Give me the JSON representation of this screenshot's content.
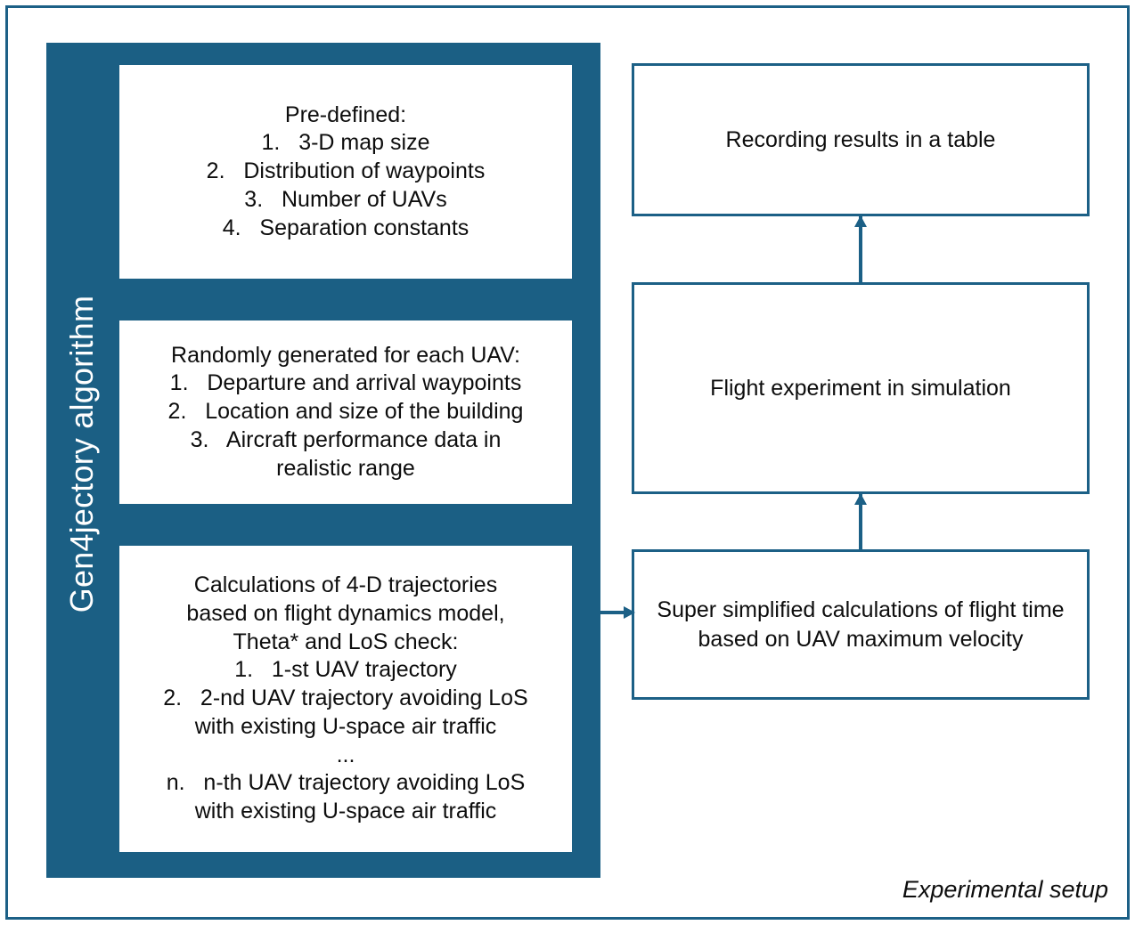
{
  "figure": {
    "caption": "Experimental setup",
    "accent_color": "#1c6086",
    "panel_color": "#1b5f84",
    "text_color": "#0d0d0d",
    "background_color": "#ffffff"
  },
  "algorithm_panel": {
    "vertical_label": "Gen4jectory algorithm",
    "boxes": [
      {
        "name": "pre-defined",
        "lines": [
          "Pre-defined:",
          "1.   3-D map size",
          "2.   Distribution of waypoints",
          "3.   Number of UAVs",
          "4.   Separation constants"
        ]
      },
      {
        "name": "randomly-generated",
        "lines": [
          "Randomly generated for each UAV:",
          "1.   Departure and arrival waypoints",
          "2.   Location and size of the building",
          "3.   Aircraft performance data in",
          "realistic range"
        ]
      },
      {
        "name": "calculations",
        "lines": [
          "Calculations of 4-D trajectories",
          "based on flight dynamics model,",
          "Theta* and LoS check:",
          "1.   1-st UAV trajectory",
          "2.   2-nd UAV trajectory avoiding LoS",
          "with existing U-space air traffic",
          "...",
          "n.   n-th UAV trajectory avoiding LoS",
          "with existing U-space air traffic"
        ]
      }
    ]
  },
  "right_column": {
    "recording": "Recording results in a table",
    "flight": "Flight experiment in simulation",
    "super": "Super simplified calculations of flight time based on UAV maximum velocity"
  },
  "arrows": [
    {
      "name": "algo-to-super",
      "direction": "right"
    },
    {
      "name": "super-to-flight",
      "direction": "up"
    },
    {
      "name": "flight-to-recording",
      "direction": "up"
    }
  ]
}
